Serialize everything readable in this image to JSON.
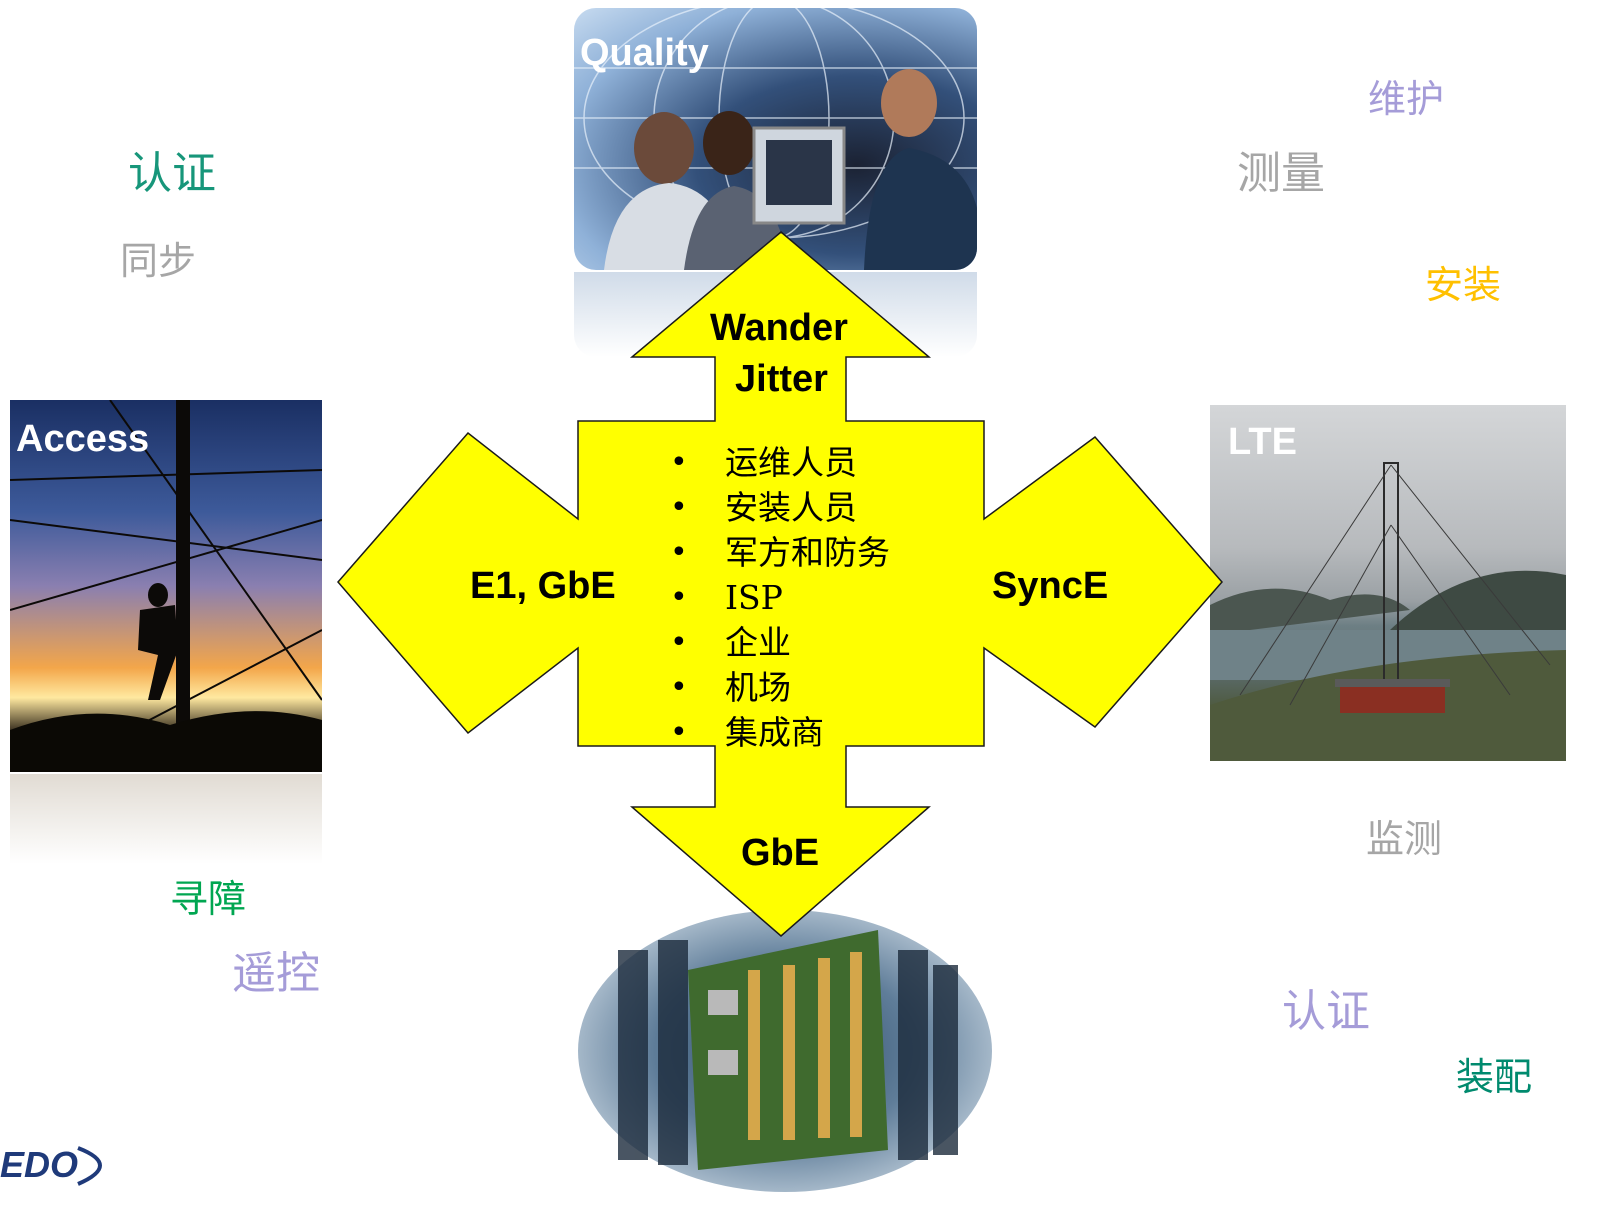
{
  "photos": {
    "top": {
      "label": "Quality"
    },
    "left": {
      "label": "Access"
    },
    "right": {
      "label": "LTE"
    }
  },
  "arrows": {
    "up": {
      "line1": "Wander",
      "line2": "Jitter"
    },
    "left": {
      "label": "E1, GbE"
    },
    "right": {
      "label": "SyncE"
    },
    "down": {
      "label": "GbE"
    }
  },
  "audience": [
    "运维人员",
    "安装人员",
    "军方和防务",
    "ISP",
    "企业",
    "机场",
    "集成商"
  ],
  "floating_words": {
    "certify_left": {
      "text": "认证",
      "color": "#17967a"
    },
    "sync": {
      "text": "同步",
      "color": "#a6a6a6"
    },
    "maintain": {
      "text": "维护",
      "color": "#a59cd8"
    },
    "measure": {
      "text": "测量",
      "color": "#a6a6a6"
    },
    "install": {
      "text": "安装",
      "color": "#ffc000"
    },
    "monitor": {
      "text": "监测",
      "color": "#a6a6a6"
    },
    "troubleshoot": {
      "text": "寻障",
      "color": "#00a651"
    },
    "remote": {
      "text": "遥控",
      "color": "#a59cd8"
    },
    "certify_right": {
      "text": "认证",
      "color": "#a59cd8"
    },
    "assemble": {
      "text": "装配",
      "color": "#008a6e"
    }
  },
  "logo": {
    "text": "EDO"
  },
  "colors": {
    "arrow_fill": "#ffff00",
    "arrow_stroke": "#1a1a1a"
  }
}
